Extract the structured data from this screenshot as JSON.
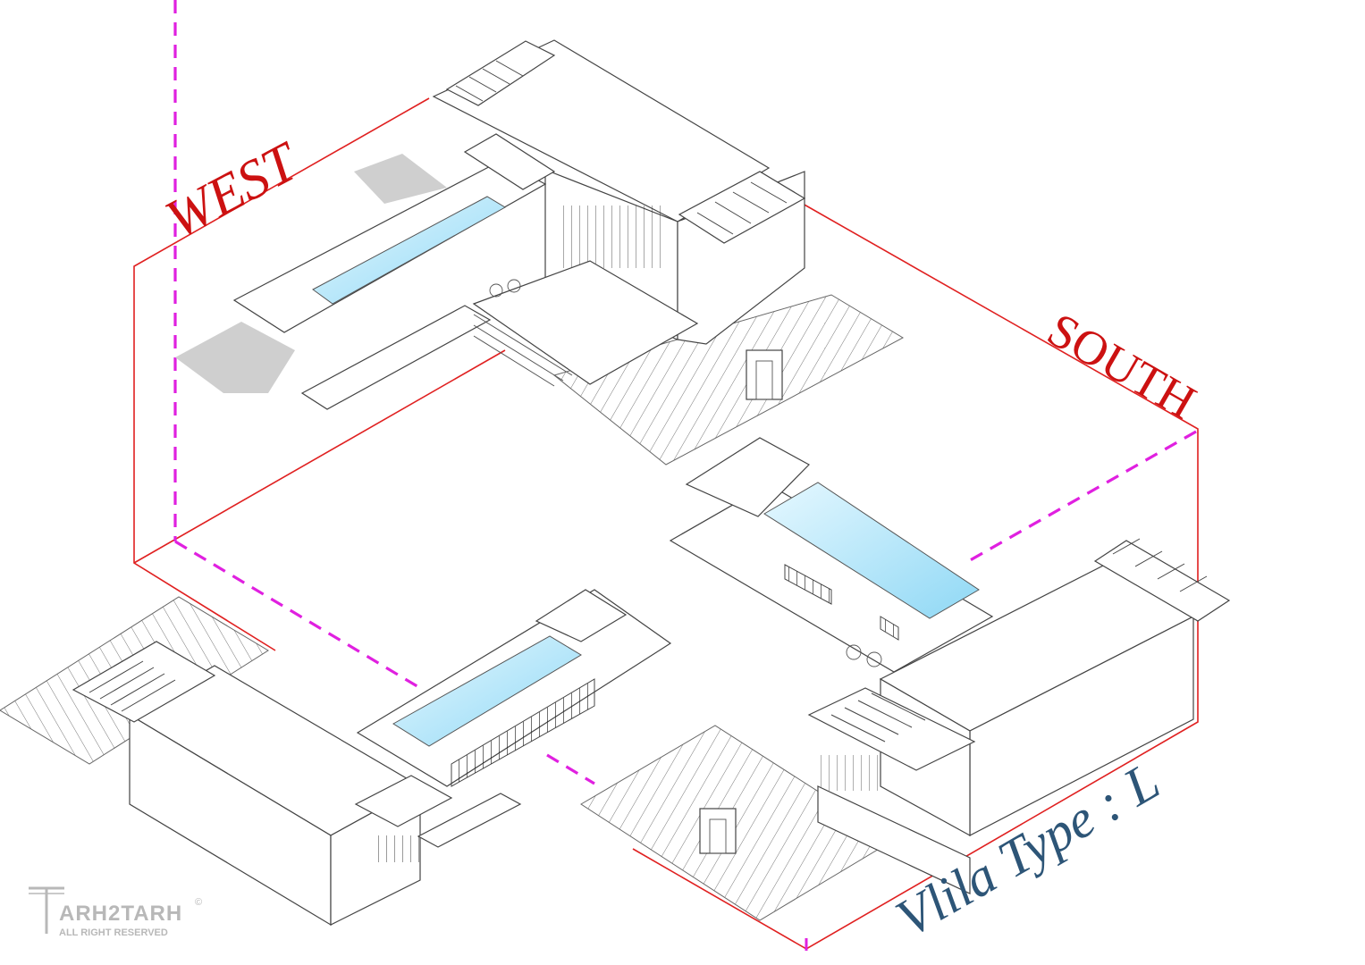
{
  "labels": {
    "west": "WEST",
    "south": "SOUTH",
    "title": "Vlila Type : L"
  },
  "watermark": {
    "brand": "ARH2TARH",
    "rights": "ALL RIGHT RESERVED",
    "copyright_symbol": "©"
  },
  "colors": {
    "frame_red": "#e02020",
    "axis_magenta": "#e020e0",
    "label_red": "#cc1111",
    "title_blue": "#2d5577",
    "pool_light": "#e6f8ff",
    "pool_dark": "#8fd8f5",
    "line_gray": "#444444",
    "watermark_gray": "#b8b8b8"
  },
  "views": [
    {
      "name": "top-view-west",
      "icon": "villa-isometric-icon"
    },
    {
      "name": "lower-left-view",
      "icon": "villa-isometric-icon"
    },
    {
      "name": "lower-right-view-south",
      "icon": "villa-isometric-icon"
    }
  ]
}
